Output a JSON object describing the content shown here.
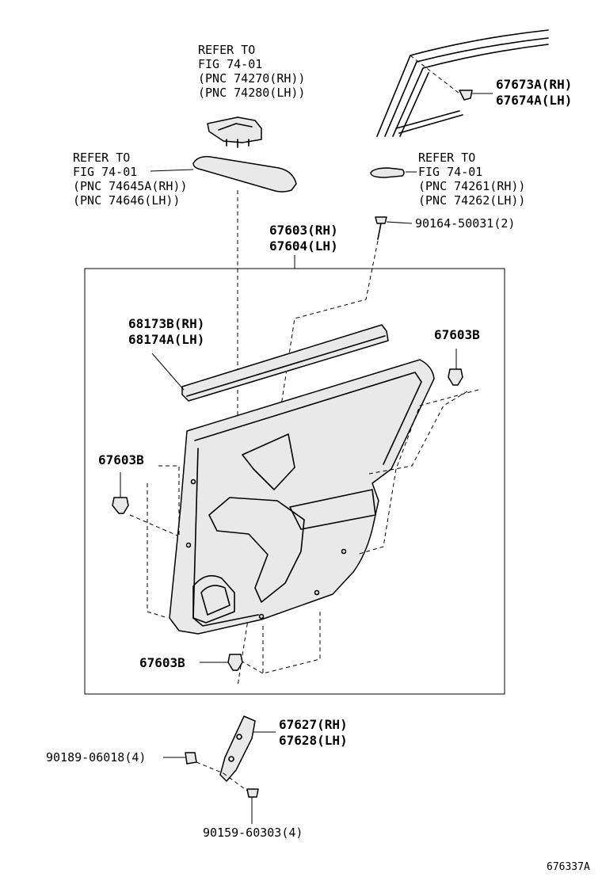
{
  "diagram": {
    "labels": {
      "refer_top": [
        "REFER TO",
        "FIG 74-01",
        "(PNC 74270(RH))",
        "(PNC 74280(LH))"
      ],
      "refer_left": [
        "REFER TO",
        "FIG 74-01",
        "(PNC 74645A(RH))",
        "(PNC 74646(LH))"
      ],
      "refer_right": [
        "REFER TO",
        "FIG 74-01",
        "(PNC 74261(RH))",
        "(PNC 74262(LH))"
      ],
      "part_67673": [
        "67673A(RH)",
        "67674A(LH)"
      ],
      "part_90164": "90164-50031(2)",
      "part_67603": [
        "67603(RH)",
        "67604(LH)"
      ],
      "part_68173": [
        "68173B(RH)",
        "68174A(LH)"
      ],
      "part_67603b_right": "67603B",
      "part_67603b_left": "67603B",
      "part_67603b_bottom": "67603B",
      "part_67627": [
        "67627(RH)",
        "67628(LH)"
      ],
      "part_90189": "90189-06018(4)",
      "part_90159": "90159-60303(4)",
      "figure_code": "676337A"
    }
  }
}
